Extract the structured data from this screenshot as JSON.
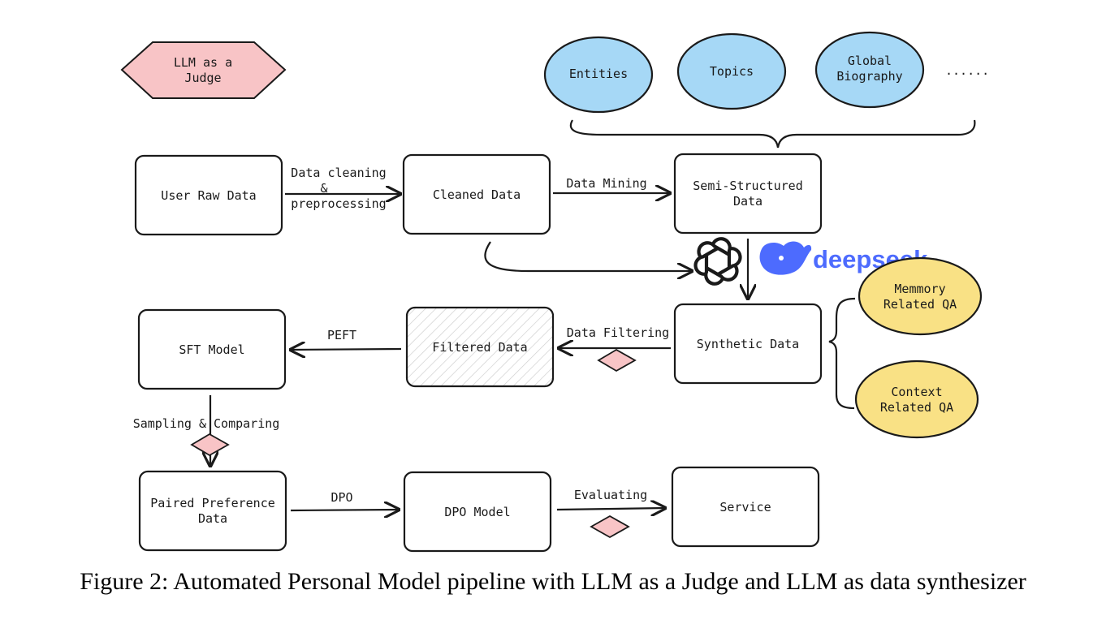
{
  "diagram": {
    "legend": {
      "judge_label": [
        "LLM as a",
        "Judge"
      ]
    },
    "sources": [
      {
        "id": "entities",
        "lines": [
          "Entities"
        ]
      },
      {
        "id": "topics",
        "lines": [
          "Topics"
        ]
      },
      {
        "id": "global-biography",
        "lines": [
          "Global",
          "Biography"
        ]
      }
    ],
    "sources_ellipsis": "......",
    "nodes": {
      "user_raw_data": [
        "User Raw Data"
      ],
      "cleaned_data": [
        "Cleaned Data"
      ],
      "semi_structured": [
        "Semi-Structured",
        "Data"
      ],
      "synthetic_data": [
        "Synthetic Data"
      ],
      "filtered_data": [
        "Filtered Data"
      ],
      "sft_model": [
        "SFT Model"
      ],
      "paired_preference": [
        "Paired Preference",
        "Data"
      ],
      "dpo_model": [
        "DPO Model"
      ],
      "service": [
        "Service"
      ]
    },
    "qa_types": [
      {
        "id": "memory-qa",
        "lines": [
          "Memmory",
          "Related QA"
        ]
      },
      {
        "id": "context-qa",
        "lines": [
          "Context",
          "Related QA"
        ]
      }
    ],
    "edge_labels": {
      "cleaning": [
        "Data cleaning",
        "&",
        "preprocessing"
      ],
      "mining": "Data Mining",
      "filtering": "Data Filtering",
      "peft": "PEFT",
      "sampling": "Sampling & Comparing",
      "dpo": "DPO",
      "evaluating": "Evaluating"
    },
    "brand": {
      "name": "deepseek"
    },
    "colors": {
      "judge_pink": "#f8c4c6",
      "source_blue": "#a6d8f6",
      "qa_yellow": "#f9e185",
      "deepseek_blue": "#4d6bfe",
      "stroke": "#1a1a1a"
    }
  },
  "caption": "Figure 2: Automated Personal Model pipeline with LLM as a Judge and LLM as data synthesizer"
}
